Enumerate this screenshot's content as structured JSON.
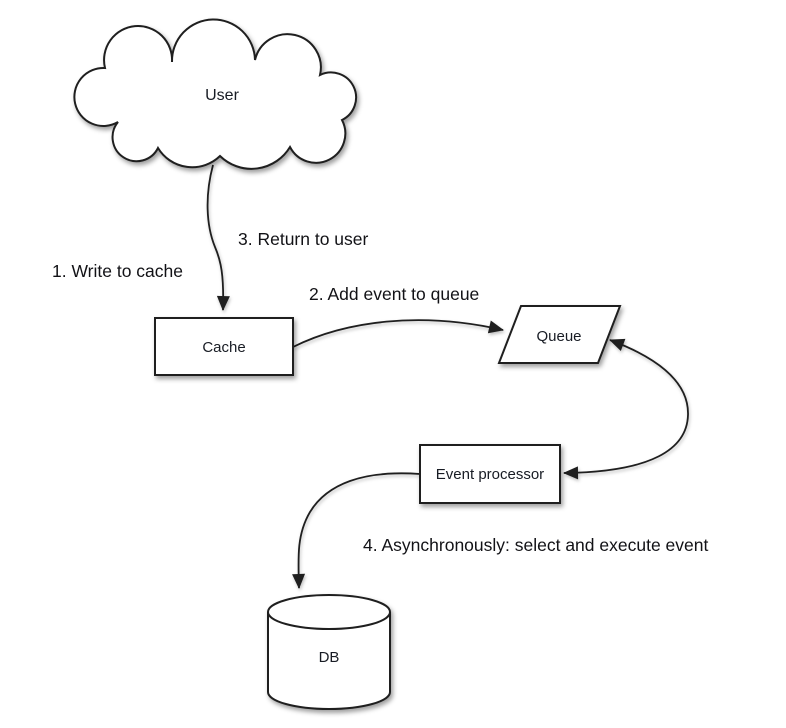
{
  "canvas": {
    "background": "#ffffff",
    "stroke_color": "#1f1f1f",
    "text_color": "#15181d",
    "shadow_color": "rgba(0,0,0,0.38)"
  },
  "nodes": {
    "user": {
      "label": "User",
      "shape": "cloud"
    },
    "cache": {
      "label": "Cache",
      "shape": "rectangle"
    },
    "queue": {
      "label": "Queue",
      "shape": "parallelogram"
    },
    "event_processor": {
      "label": "Event processor",
      "shape": "rectangle"
    },
    "db": {
      "label": "DB",
      "shape": "cylinder"
    }
  },
  "step_labels": {
    "step1": "1. Write to cache",
    "step2": "2. Add event to queue",
    "step3": "3. Return to user",
    "step4": "4. Asynchronously: select and execute event"
  },
  "edges": [
    {
      "from": "user",
      "to": "cache",
      "style": "curved",
      "arrow": "end",
      "labels": [
        "step1",
        "step3"
      ]
    },
    {
      "from": "cache",
      "to": "queue",
      "style": "curved",
      "arrow": "end",
      "labels": [
        "step2"
      ]
    },
    {
      "from": "queue",
      "to": "event_processor",
      "style": "curved",
      "arrow": "both",
      "labels": []
    },
    {
      "from": "event_processor",
      "to": "db",
      "style": "curved",
      "arrow": "end",
      "labels": [
        "step4"
      ]
    }
  ]
}
